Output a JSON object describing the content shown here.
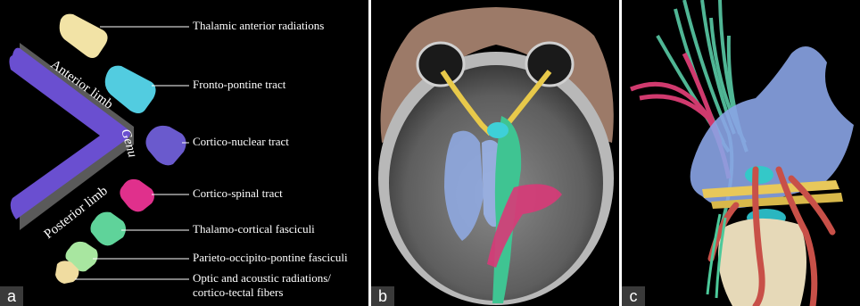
{
  "panel_a": {
    "letter": "a",
    "limb_labels": {
      "anterior": "Anterior limb",
      "genu": "Genu",
      "posterior": "Posterior limb"
    },
    "tracts": [
      {
        "label": "Thalamic anterior radiations",
        "color": "#f2e3a6"
      },
      {
        "label": "Fronto-pontine tract",
        "color": "#52cce0"
      },
      {
        "label": "Cortico-nuclear tract",
        "color": "#6a5acd"
      },
      {
        "label": "Cortico-spinal tract",
        "color": "#e0308c"
      },
      {
        "label": "Thalamo-cortical fasciculi",
        "color": "#5fd39a"
      },
      {
        "label": "Parieto-occipito-pontine fasciculi",
        "color": "#a8e6a0"
      },
      {
        "label_line1": "Optic and acoustic radiations/",
        "label_line2": "cortico-tectal fibers",
        "color": "#f0dca0"
      }
    ],
    "capsule_color": "#6a4fd0"
  },
  "panel_b": {
    "letter": "b"
  },
  "panel_c": {
    "letter": "c"
  }
}
